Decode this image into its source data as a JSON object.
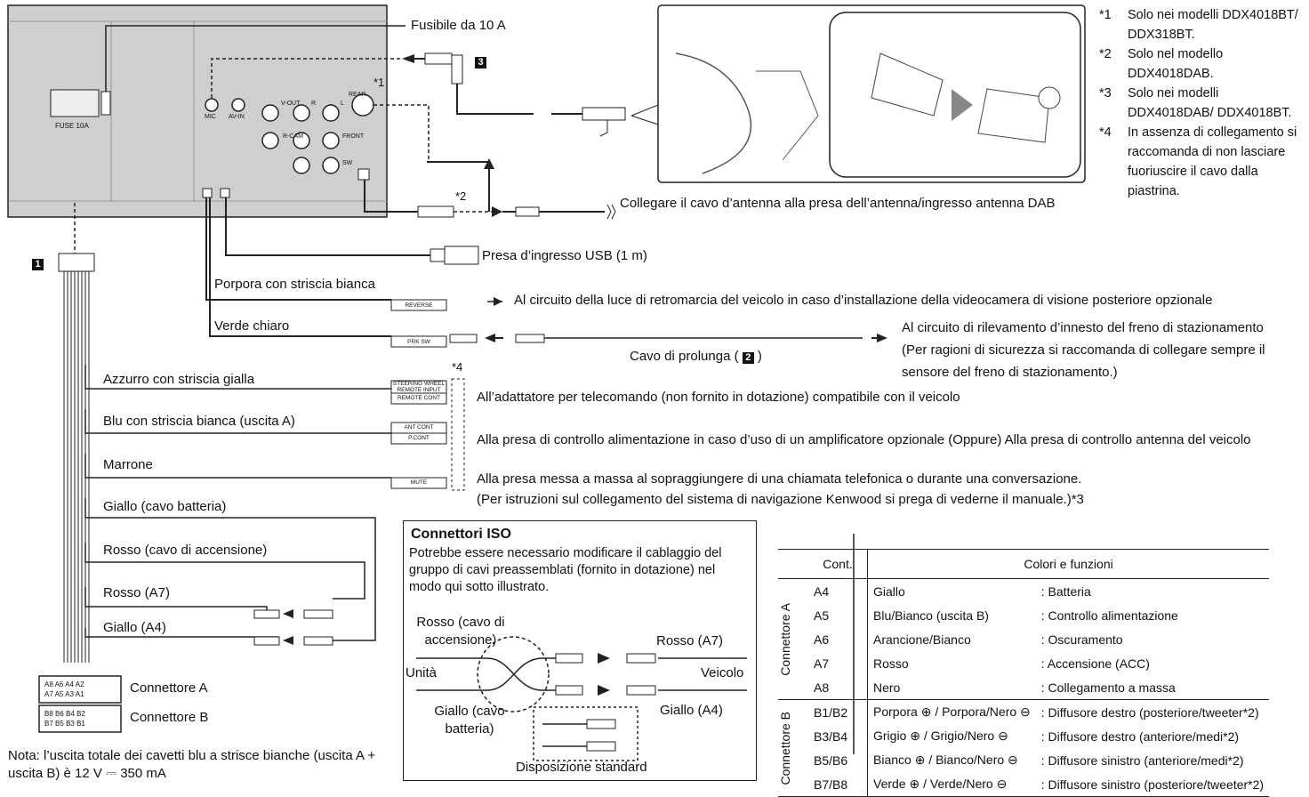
{
  "head_unit": {
    "fuse_label": "FUSE 10A",
    "port_labels": [
      "MIC",
      "AV-IN",
      "V-OUT",
      "R",
      "L",
      "REAR",
      "R-CAM",
      "FRONT",
      "SW"
    ]
  },
  "top": {
    "fuse_title": "Fusibile da 10 A",
    "badge_1": "1",
    "badge_2": "2",
    "badge_3": "3",
    "star1": "*1",
    "star2": "*2",
    "star4": "*4",
    "antenna": "Collegare il cavo d’antenna alla presa dell’antenna/ingresso antenna DAB",
    "usb": "Presa d’ingresso USB (1 m)"
  },
  "wires": [
    {
      "name": "Porpora con striscia bianca",
      "tag": "REVERSE",
      "dest": "Al circuito della luce di retromarcia del veicolo in caso d’installazione della videocamera di visione posteriore opzionale"
    },
    {
      "name": "Verde chiaro",
      "tag": "PRK SW",
      "extension": "Cavo di prolunga (",
      "extension_end": ")",
      "dest1": "Al circuito di rilevamento d’innesto del freno di stazionamento",
      "dest2": "(Per ragioni di sicurezza si raccomanda di collegare sempre il",
      "dest3": "sensore del freno di stazionamento.)"
    },
    {
      "name": "Azzurro con striscia gialla",
      "tag1": "STEERING WHEEL",
      "tag2": "REMOTE INPUT",
      "tag3": "REMOTE CONT",
      "dest": "All’adattatore per telecomando (non fornito in dotazione) compatibile con il veicolo"
    },
    {
      "name": "Blu con striscia bianca (uscita A)",
      "tag1": "ANT CONT",
      "tag2": "P.CONT",
      "dest": "Alla presa di controllo alimentazione in caso d’uso di un amplificatore opzionale (Oppure) Alla presa di controllo antenna del veicolo"
    },
    {
      "name": "Marrone",
      "tag": "MUTE",
      "dest1": "Alla presa messa a massa al sopraggiungere di una chiamata telefonica o durante una conversazione.",
      "dest2": "(Per istruzioni sul collegamento del sistema di navigazione Kenwood si prega di vederne il manuale.)*3"
    },
    {
      "name": "Giallo (cavo batteria)"
    },
    {
      "name": "Rosso (cavo di accensione)"
    },
    {
      "name": "Rosso (A7)"
    },
    {
      "name": "Giallo (A4)"
    }
  ],
  "connectors": {
    "a": "Connettore A",
    "b": "Connettore B",
    "a_pins": [
      "A8",
      "A6",
      "A4",
      "A2",
      "A7",
      "A5",
      "A3",
      "A1"
    ],
    "b_pins": [
      "B8",
      "B6",
      "B4",
      "B2",
      "B7",
      "B5",
      "B3",
      "B1"
    ]
  },
  "nota": "Nota: l’uscita totale dei cavetti blu a strisce bianche (uscita A + uscita B) è 12 V ⎓ 350 mA",
  "footnotes": [
    {
      "mark": "*1",
      "text": "Solo nei modelli DDX4018BT/ DDX318BT."
    },
    {
      "mark": "*2",
      "text": "Solo nel modello DDX4018DAB."
    },
    {
      "mark": "*3",
      "text": "Solo nei modelli DDX4018DAB/ DDX4018BT."
    },
    {
      "mark": "*4",
      "text": "In assenza di collegamento si raccomanda di non lasciare fuoriuscire il cavo dalla piastrina."
    }
  ],
  "iso": {
    "title": "Connettori ISO",
    "desc": "Potrebbe essere necessario modificare il cablaggio del gruppo di cavi preassemblati (fornito in dotazione) nel modo qui sotto illustrato.",
    "rosso_accensione": "Rosso (cavo di accensione)",
    "rosso_a7": "Rosso (A7)",
    "unita": "Unità",
    "veicolo": "Veicolo",
    "giallo_batteria": "Giallo (cavo batteria)",
    "giallo_a4": "Giallo (A4)",
    "standard": "Disposizione standard"
  },
  "table": {
    "headers": [
      "Cont.",
      "Colori e funzioni"
    ],
    "group_a": "Connettore A",
    "group_b": "Connettore B",
    "rows_a": [
      [
        "A4",
        "Giallo",
        ": Batteria"
      ],
      [
        "A5",
        "Blu/Bianco (uscita B)",
        ": Controllo alimentazione"
      ],
      [
        "A6",
        "Arancione/Bianco",
        ": Oscuramento"
      ],
      [
        "A7",
        "Rosso",
        ": Accensione (ACC)"
      ],
      [
        "A8",
        "Nero",
        ": Collegamento a massa"
      ]
    ],
    "rows_b": [
      [
        "B1/B2",
        "Porpora ⊕ / Porpora/Nero ⊖",
        ": Diffusore destro (posteriore/tweeter*2)"
      ],
      [
        "B3/B4",
        "Grigio ⊕ / Grigio/Nero ⊖",
        ": Diffusore destro (anteriore/medi*2)"
      ],
      [
        "B5/B6",
        "Bianco ⊕ / Bianco/Nero ⊖",
        ": Diffusore sinistro (anteriore/medi*2)"
      ],
      [
        "B7/B8",
        "Verde ⊕ / Verde/Nero ⊖",
        ": Diffusore sinistro (posteriore/tweeter*2)"
      ]
    ]
  }
}
